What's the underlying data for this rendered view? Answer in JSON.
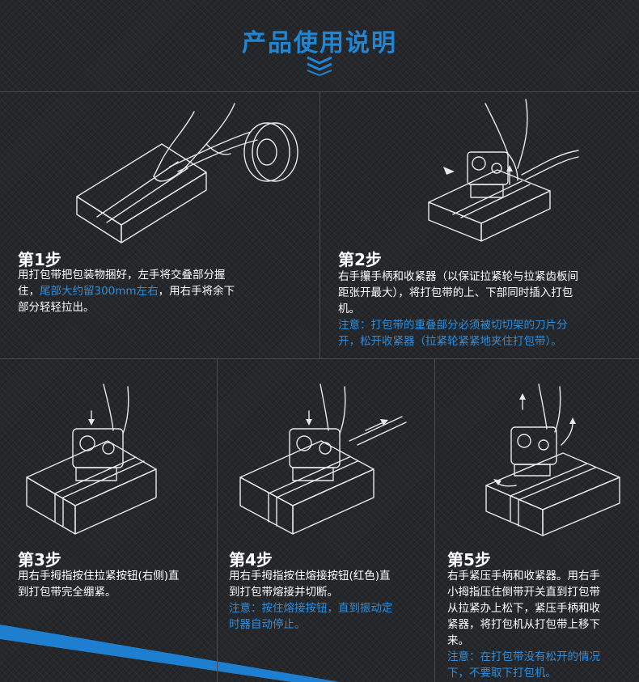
{
  "title": "产品使用说明",
  "colors": {
    "accent": "#1f86d6",
    "background": "#26272a",
    "text": "#ffffff",
    "note": "#2b8fe0"
  },
  "icons": {
    "title_marker": "chevron-down-icon"
  },
  "steps": [
    {
      "title": "第1步",
      "lines": [
        [
          "用打包带把包装物捆好，左手将交叠部分握"
        ],
        [
          "住，",
          "尾部大约留300mm左右",
          "，用右手将余下"
        ],
        [
          "部分轻轻拉出。"
        ]
      ],
      "note_lines": [],
      "illustration": "hand-pulling-strap-from-roll"
    },
    {
      "title": "第2步",
      "lines": [
        [
          "右手攥手柄和收紧器（以保证拉紧轮与拉紧齿板间"
        ],
        [
          "距张开最大），将打包带的上、下部同时插入打包"
        ],
        [
          "机。"
        ]
      ],
      "note_lines": [
        "注意：打包带的重叠部分必须被切切架的刀片分",
        "开，松开收紧器（拉紧轮紧紧地夹住打包带）。"
      ],
      "illustration": "hand-inserting-strap-into-tool"
    },
    {
      "title": "第3步",
      "lines": [
        [
          "用右手拇指按住拉紧按钮(右侧)直"
        ],
        [
          "到打包带完全绷紧。"
        ]
      ],
      "note_lines": [],
      "illustration": "thumb-pressing-tension-button"
    },
    {
      "title": "第4步",
      "lines": [
        [
          "用右手拇指按住熔接按钮(红色)直"
        ],
        [
          "到打包带熔接并切断。"
        ]
      ],
      "note_lines": [
        "注意：按住熔接按钮，直到振动定",
        "时器自动停止。"
      ],
      "illustration": "thumb-pressing-weld-button"
    },
    {
      "title": "第5步",
      "lines": [
        [
          "右手紧压手柄和收紧器。用右手"
        ],
        [
          "小拇指压住倒带开关直到打包带"
        ],
        [
          "从拉紧办上松下，紧压手柄和收"
        ],
        [
          "紧器，将打包机从打包带上移下"
        ],
        [
          "来。"
        ]
      ],
      "note_lines": [
        "注意：在打包带没有松开的情况",
        "下，不要取下打包机。"
      ],
      "illustration": "lifting-tool-off-strap"
    }
  ]
}
